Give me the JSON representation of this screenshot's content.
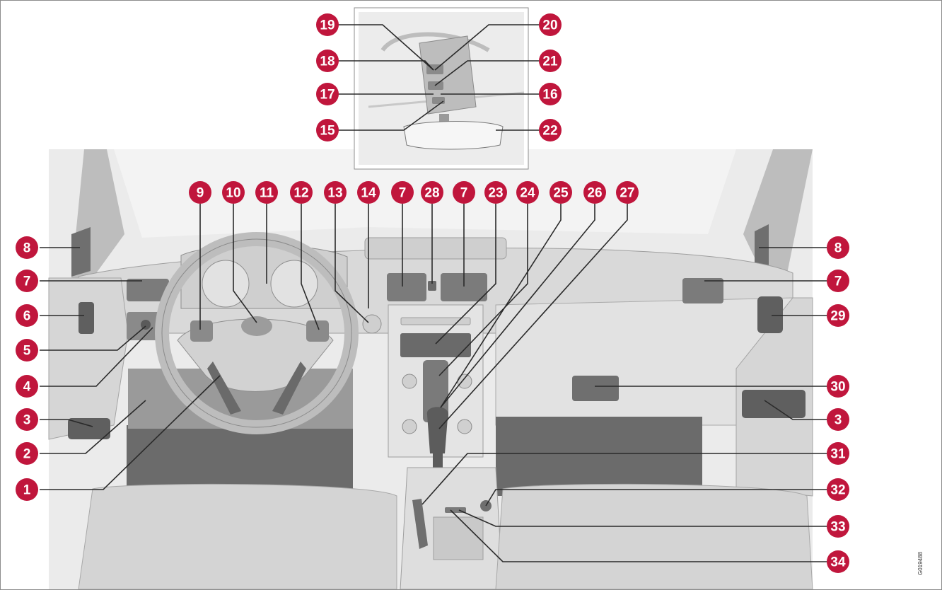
{
  "figure": {
    "image_code": "G019488",
    "badge_color": "#c0163c",
    "line_color": "#2a2a2a"
  },
  "callouts": [
    {
      "id": "c1",
      "number": "1"
    },
    {
      "id": "c2",
      "number": "2"
    },
    {
      "id": "c3l",
      "number": "3"
    },
    {
      "id": "c4",
      "number": "4"
    },
    {
      "id": "c5",
      "number": "5"
    },
    {
      "id": "c6",
      "number": "6"
    },
    {
      "id": "c7l",
      "number": "7"
    },
    {
      "id": "c8l",
      "number": "8"
    },
    {
      "id": "c9",
      "number": "9"
    },
    {
      "id": "c10",
      "number": "10"
    },
    {
      "id": "c11",
      "number": "11"
    },
    {
      "id": "c12",
      "number": "12"
    },
    {
      "id": "c13",
      "number": "13"
    },
    {
      "id": "c14",
      "number": "14"
    },
    {
      "id": "c7a",
      "number": "7"
    },
    {
      "id": "c28",
      "number": "28"
    },
    {
      "id": "c7b",
      "number": "7"
    },
    {
      "id": "c23",
      "number": "23"
    },
    {
      "id": "c24",
      "number": "24"
    },
    {
      "id": "c25",
      "number": "25"
    },
    {
      "id": "c26",
      "number": "26"
    },
    {
      "id": "c27",
      "number": "27"
    },
    {
      "id": "c8r",
      "number": "8"
    },
    {
      "id": "c7r",
      "number": "7"
    },
    {
      "id": "c29",
      "number": "29"
    },
    {
      "id": "c30",
      "number": "30"
    },
    {
      "id": "c3r",
      "number": "3"
    },
    {
      "id": "c31",
      "number": "31"
    },
    {
      "id": "c32",
      "number": "32"
    },
    {
      "id": "c33",
      "number": "33"
    },
    {
      "id": "c34",
      "number": "34"
    },
    {
      "id": "c19",
      "number": "19"
    },
    {
      "id": "c20",
      "number": "20"
    },
    {
      "id": "c18",
      "number": "18"
    },
    {
      "id": "c21",
      "number": "21"
    },
    {
      "id": "c17",
      "number": "17"
    },
    {
      "id": "c16",
      "number": "16"
    },
    {
      "id": "c15",
      "number": "15"
    },
    {
      "id": "c22",
      "number": "22"
    }
  ]
}
